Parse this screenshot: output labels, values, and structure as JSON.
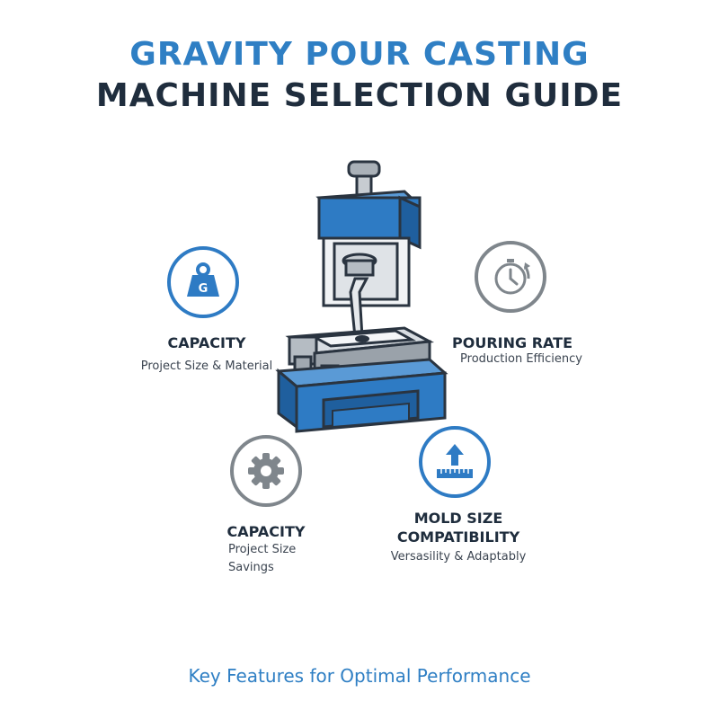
{
  "title": {
    "line1": "GRAVITY POUR CASTING",
    "line2": "MACHINE SELECTION GUIDE"
  },
  "features": [
    {
      "icon": "weight-icon",
      "icon_text": "G",
      "label": "CAPACITY",
      "sub": "Project Size & Material"
    },
    {
      "icon": "stopwatch-icon",
      "label": "POURING RATE",
      "sub": "Production Efficiency"
    },
    {
      "icon": "gear-icon",
      "label": "CAPACITY",
      "sub_line1": "Project Size",
      "sub_line2": "Savings"
    },
    {
      "icon": "ruler-arrow-icon",
      "label_line1": "MOLD SIZE",
      "label_line2": "COMPATIBILITY",
      "sub": "Versasility & Adaptably"
    }
  ],
  "footer": "Key Features for Optimal Performance",
  "colors": {
    "accent": "#2e7bc4",
    "dark": "#1f2d3d",
    "grey": "#7f868c"
  }
}
